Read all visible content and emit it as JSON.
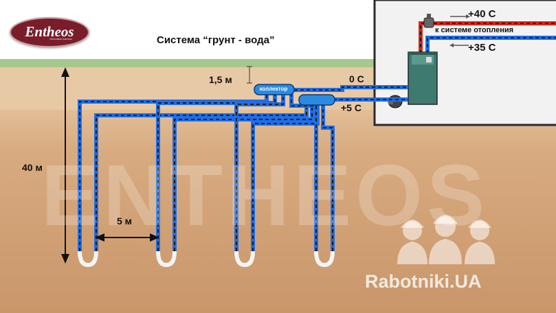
{
  "title": "Система “грунт - вода”",
  "logo": {
    "name": "Entheos",
    "tagline": "тепловые насосы"
  },
  "labels": {
    "supply_temp": "+40 C",
    "to_heating": "к системе отопления",
    "return_temp": "+35 C",
    "collector_out_temp": "0 C",
    "collector_in_temp": "+5 C",
    "depth_below_surface": "1,5 м",
    "well_depth": "40 м",
    "well_spacing": "5 м",
    "collector": "коллектор"
  },
  "watermark": "ENTHEOS",
  "site_watermark": "Rabotniki.UA",
  "colors": {
    "sky": "#ffffff",
    "grass": "#a7c88c",
    "soil": "#d4a57c",
    "pipe_blue": "#1e6ee8",
    "pipe_dash": "#1a1a1a",
    "hot_pipe": "#d9261c",
    "house_wall": "#f2f2f2",
    "boiler": "#3f7a6e",
    "collector": "#2b8be0"
  },
  "icons": [
    "boiler-icon",
    "pump-icon",
    "valve-icon",
    "workers-icon",
    "arrow-left-icon",
    "arrow-right-icon"
  ]
}
